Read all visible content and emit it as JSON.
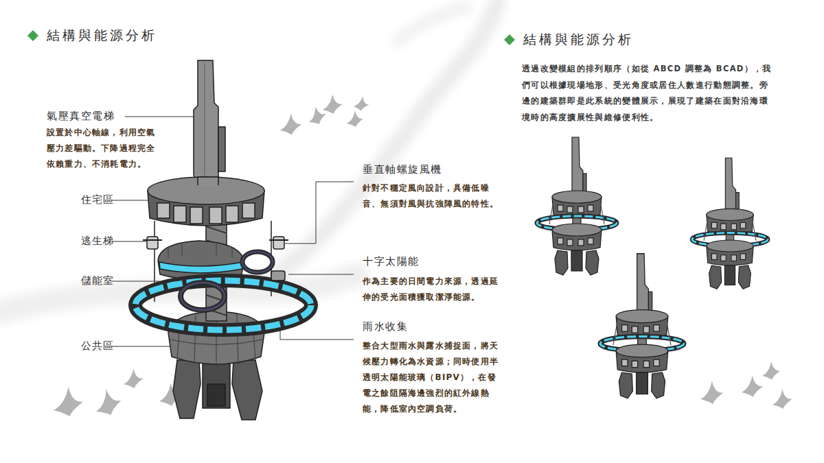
{
  "diagram": {
    "title": "結構與能源分析",
    "labels": [
      "氣壓真空電梯",
      "設置於中心軸線，利用空氣壓力差驅動。下降過程完全依賴重力、不消耗電力。",
      "住宅區",
      "逃生梯",
      "儲能室",
      "公共區",
      "垂直軸螺旋風機",
      "針對不穩定風向設計，具備低噪音、無須對風與抗強陣風的特性。",
      "十字太陽能",
      "作為主要的日間電力來源，透過延伸的受光面積獲取潔淨能源。",
      "雨水收集",
      "整合大型雨水與露水捕捉面，將天候壓力轉化為水資源；同時使用半透明太陽能玻璃（BIPV），在發電之餘阻隔海邊強烈的紅外線熱能，降低室內空調負荷。",
      "結構與能源分析",
      "透過改變模組的排列順序（如從 ABCD 調整為 BCAD），我們可以根據現場地形、受光角度或居住人數進行動態調整。旁邊的建築群即是此系統的變體展示，展現了建築在面對沿海環境時的高度擴展性與維修便利性。"
    ]
  }
}
